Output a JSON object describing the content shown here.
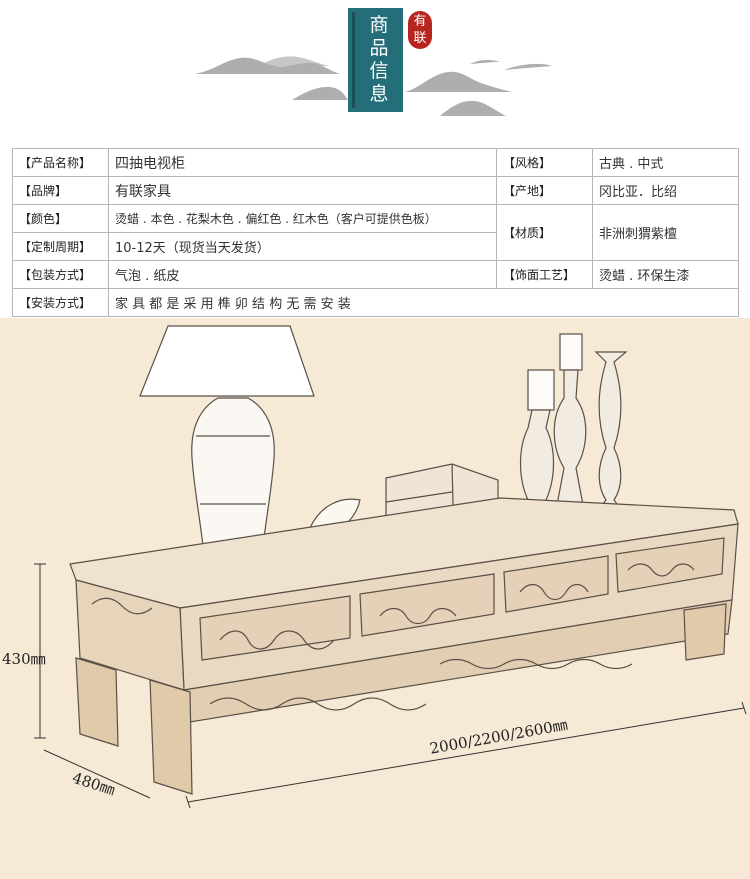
{
  "header": {
    "title_chars": [
      "商",
      "品",
      "信",
      "息"
    ],
    "seal_chars": [
      "有",
      "联"
    ],
    "accent_color": "#246e79",
    "seal_color": "#b8241f"
  },
  "info": {
    "rows": [
      {
        "l1": "【产品名称】",
        "v1": "四抽电视柜",
        "l2": "【风格】",
        "v2": "古典 . 中式"
      },
      {
        "l1": "【品牌】",
        "v1": "有联家具",
        "l2": "【产地】",
        "v2": "冈比亚．比绍"
      },
      {
        "l1": "【颜色】",
        "v1": "烫蜡 . 本色 . 花梨木色 . 偏红色 . 红木色（客户可提供色板）",
        "l2": "【材质】",
        "v2": "非洲刺猬紫檀"
      },
      {
        "l1": "【定制周期】",
        "v1": "10-12天（现货当天发货）"
      },
      {
        "l1": "【包装方式】",
        "v1": "气泡 . 纸皮",
        "l2": "【饰面工艺】",
        "v2": "烫蜡 . 环保生漆"
      },
      {
        "l1": "【安装方式】",
        "v1": "家 具 都 是 采 用 榫 卯 结 构 无 需 安 装"
      }
    ]
  },
  "dimensions": {
    "height": "430㎜",
    "depth": "480㎜",
    "length": "2000/2200/2600㎜"
  },
  "photo": {
    "background_color": "#f6e9d5"
  }
}
